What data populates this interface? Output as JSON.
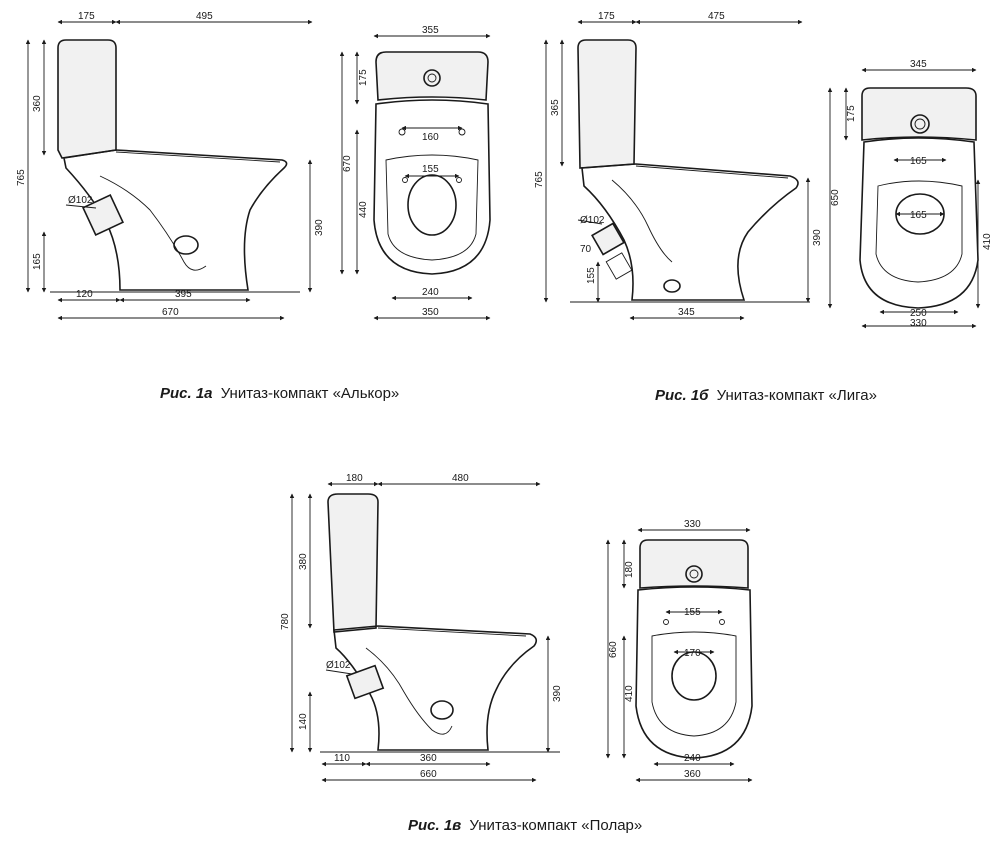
{
  "figures": [
    {
      "id": "1a",
      "caption_label": "Рис. 1а",
      "caption_text": "Унитаз-компакт «Алькор»",
      "side_dims": [
        "175",
        "495",
        "360",
        "765",
        "390",
        "Ø102",
        "165",
        "120",
        "395",
        "670"
      ],
      "top_dims": [
        "355",
        "175",
        "670",
        "160",
        "155",
        "440",
        "240",
        "350"
      ]
    },
    {
      "id": "1b",
      "caption_label": "Рис. 1б",
      "caption_text": "Унитаз-компакт «Лига»",
      "side_dims": [
        "175",
        "475",
        "365",
        "765",
        "Ø102",
        "70",
        "155",
        "390",
        "345"
      ],
      "top_dims": [
        "345",
        "175",
        "650",
        "165",
        "165",
        "410",
        "250",
        "330"
      ]
    },
    {
      "id": "1v",
      "caption_label": "Рис. 1в",
      "caption_text": "Унитаз-компакт «Полар»",
      "side_dims": [
        "180",
        "480",
        "380",
        "780",
        "Ø102",
        "140",
        "390",
        "110",
        "360",
        "660"
      ],
      "top_dims": [
        "330",
        "180",
        "660",
        "155",
        "170",
        "410",
        "240",
        "360"
      ]
    }
  ]
}
